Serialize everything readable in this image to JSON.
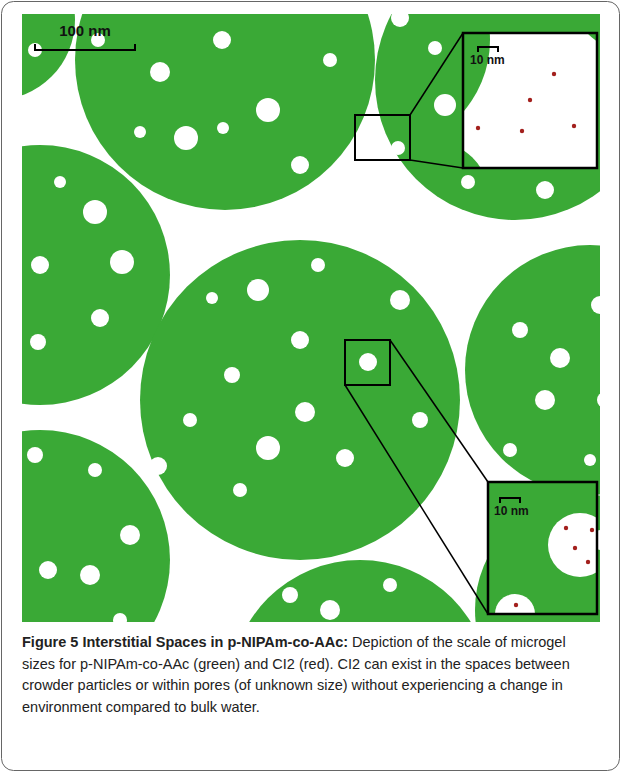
{
  "diagram": {
    "caption": "Figure 5 Interstitial Spaces in p-NIPAm-co-AAc: Depiction of the scale of microgel sizes for p-NIPAm-co-AAc (green) and CI2 (red). CI2 can exist in the spaces between crowder particles or within pores (of unknown size) without experiencing a change in environment compared to bulk water.",
    "labels": [
      "100 nm",
      "10 nm",
      "10 nm"
    ]
  }
}
